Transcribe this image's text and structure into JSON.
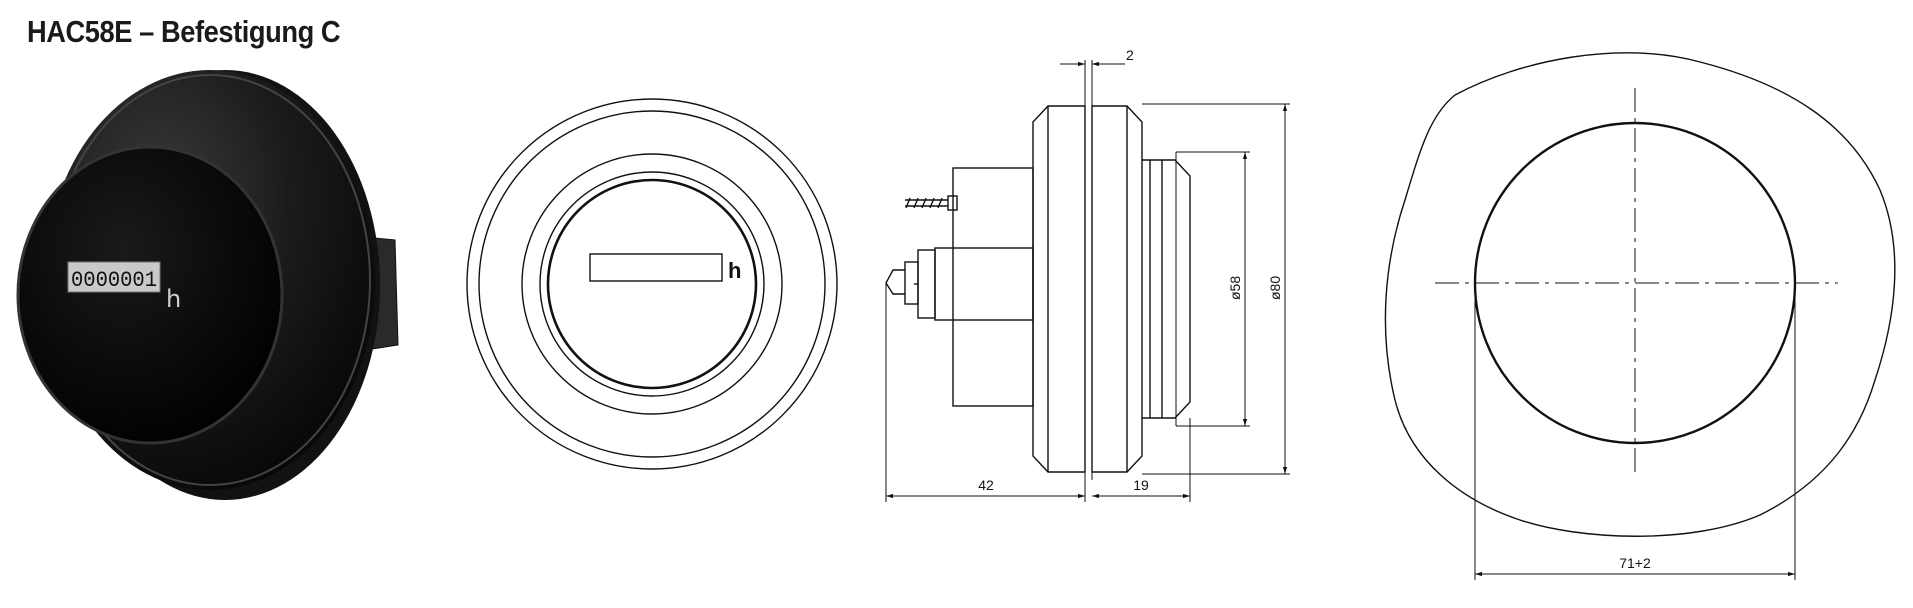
{
  "title": "HAC58E – Befestigung C",
  "product_photo": {
    "counter_digits": "0000001",
    "unit_symbol": "h"
  },
  "front_view": {
    "unit_symbol": "h"
  },
  "side_view": {
    "dim_top": "2",
    "dim_diameter_inner": "ø58",
    "dim_diameter_outer": "ø80",
    "dim_length_left": "42",
    "dim_length_right": "19"
  },
  "cutout_view": {
    "dim_cutout": "71+2"
  }
}
